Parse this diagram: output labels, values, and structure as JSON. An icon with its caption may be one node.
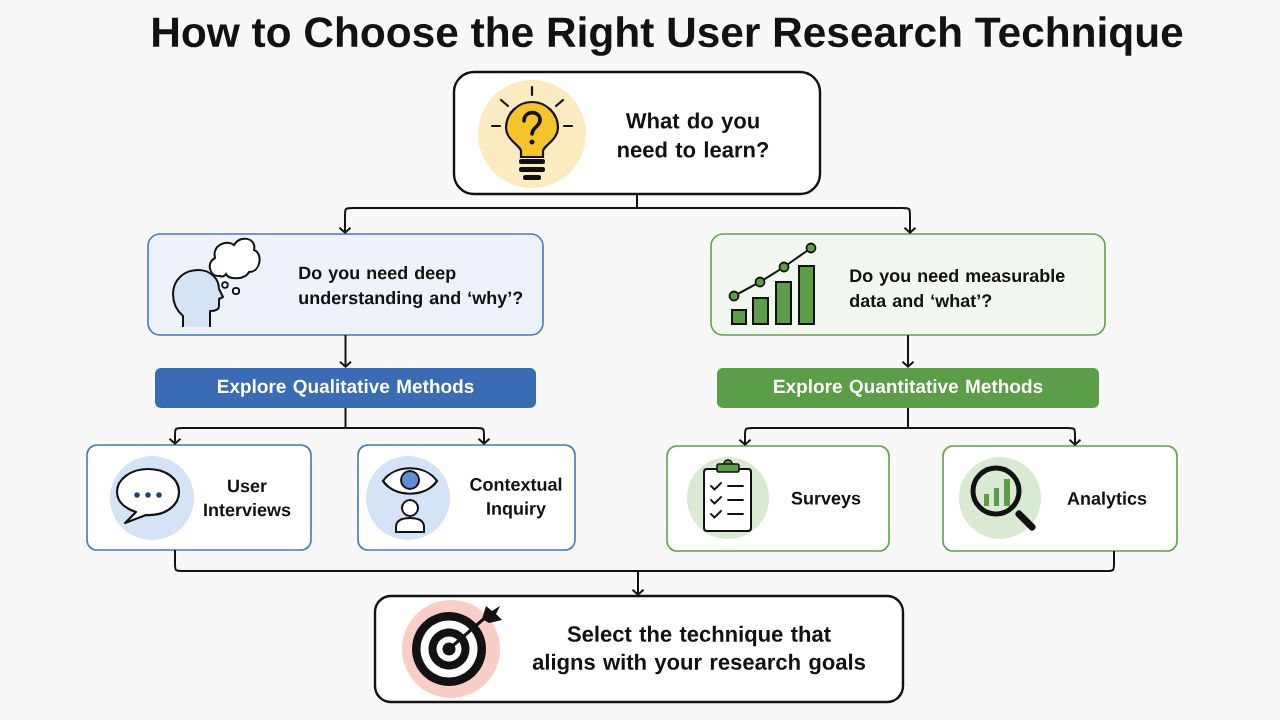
{
  "diagram": {
    "title": "How to Choose the Right User Research Technique",
    "nodes": [
      {
        "text": [
          "What do you need to learn?"
        ]
      },
      {
        "text": [
          "Do you need deep understanding and ‘why’?"
        ]
      },
      {
        "text": [
          "Do you need measurable data and ‘what’?"
        ]
      },
      {
        "text": [
          "Explore Qualitative Methods"
        ]
      },
      {
        "text": [
          "Explore Quantitative Methods"
        ]
      },
      {
        "text": [
          "User Interviews"
        ]
      },
      {
        "text": [
          "Contextual Inquiry"
        ]
      },
      {
        "text": [
          "Surveys"
        ]
      },
      {
        "text": [
          "Analytics"
        ]
      },
      {
        "text": [
          "Select the technique that aligns with your research goals"
        ]
      }
    ],
    "edges": [
      {
        "from": 0,
        "to": 1,
        "arrow": "to"
      },
      {
        "from": 0,
        "to": 2,
        "arrow": "to"
      },
      {
        "from": 1,
        "to": 3,
        "arrow": "to"
      },
      {
        "from": 2,
        "to": 4,
        "arrow": "to"
      },
      {
        "from": 3,
        "to": 5,
        "arrow": "to"
      },
      {
        "from": 3,
        "to": 6,
        "arrow": "to"
      },
      {
        "from": 4,
        "to": 7,
        "arrow": "to"
      },
      {
        "from": 4,
        "to": 8,
        "arrow": "to"
      },
      {
        "from": 5,
        "to": 9,
        "arrow": "to"
      },
      {
        "from": 8,
        "to": 9,
        "arrow": "to"
      }
    ]
  }
}
